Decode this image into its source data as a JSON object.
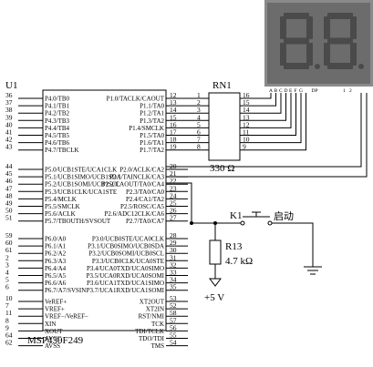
{
  "mcu": {
    "ref": "U1",
    "part": "MSP430F249",
    "left_pins": [
      {
        "num": "36",
        "name": "P4.0/TB0"
      },
      {
        "num": "37",
        "name": "P4.1/TB1"
      },
      {
        "num": "38",
        "name": "P4.2/TB2"
      },
      {
        "num": "39",
        "name": "P4.3/TB3"
      },
      {
        "num": "40",
        "name": "P4.4/TB4"
      },
      {
        "num": "41",
        "name": "P4.5/TB5"
      },
      {
        "num": "42",
        "name": "P4.6/TB6"
      },
      {
        "num": "43",
        "name": "P4.7/TBCLK"
      },
      {
        "num": "44",
        "name": "P5.0/UCB1STE/UCA1CLK"
      },
      {
        "num": "45",
        "name": "P5.1/UCB1SIMO/UCB1SDA"
      },
      {
        "num": "46",
        "name": "P5.2/UCB1SOMI/UCB1SCL"
      },
      {
        "num": "47",
        "name": "P5.3/UCB1CLK/UCA1STE"
      },
      {
        "num": "48",
        "name": "P5.4/MCLK"
      },
      {
        "num": "49",
        "name": "P5.5/SMCLK"
      },
      {
        "num": "50",
        "name": "P5.6/ACLK"
      },
      {
        "num": "51",
        "name": "P5.7/TBOUTH/SVSOUT"
      },
      {
        "num": "59",
        "name": "P6.0/A0"
      },
      {
        "num": "60",
        "name": "P6.1/A1"
      },
      {
        "num": "61",
        "name": "P6.2/A2"
      },
      {
        "num": "2",
        "name": "P6.3/A3"
      },
      {
        "num": "3",
        "name": "P6.4/A4"
      },
      {
        "num": "4",
        "name": "P6.5/A5"
      },
      {
        "num": "5",
        "name": "P6.6/A6"
      },
      {
        "num": "6",
        "name": "P6.7/A7/SVSIN"
      },
      {
        "num": "10",
        "name": "VeREF+"
      },
      {
        "num": "7",
        "name": "VREF+"
      },
      {
        "num": "11",
        "name": "VREF−/VeREF−"
      },
      {
        "num": "8",
        "name": "XIN"
      },
      {
        "num": "9",
        "name": "XOUT"
      },
      {
        "num": "64",
        "name": "AVCC"
      },
      {
        "num": "62",
        "name": "AVSS"
      }
    ],
    "right_pins": [
      {
        "num": "12",
        "name": "P1.0/TACLK/CAOUT"
      },
      {
        "num": "13",
        "name": "P1.1/TA0"
      },
      {
        "num": "14",
        "name": "P1.2/TA1"
      },
      {
        "num": "15",
        "name": "P1.3/TA2"
      },
      {
        "num": "16",
        "name": "P1.4/SMCLK"
      },
      {
        "num": "17",
        "name": "P1.5/TA0"
      },
      {
        "num": "18",
        "name": "P1.6/TA1"
      },
      {
        "num": "19",
        "name": "P1.7/TA2"
      },
      {
        "num": "20",
        "name": "P2.0/ACLK/CA2"
      },
      {
        "num": "21",
        "name": "P2.1/TAINCLK/CA3"
      },
      {
        "num": "22",
        "name": "P2.2/CAOUT/TA0/CA4"
      },
      {
        "num": "23",
        "name": "P2.3/TA0/CA0"
      },
      {
        "num": "24",
        "name": "P2.4/CA1/TA2"
      },
      {
        "num": "25",
        "name": "P2.5/ROSC/CA5"
      },
      {
        "num": "26",
        "name": "P2.6/ADC12CLK/CA6"
      },
      {
        "num": "27",
        "name": "P2.7/TA0/CA7"
      },
      {
        "num": "28",
        "name": "P3.0/UCB0STE/UCA0CLK"
      },
      {
        "num": "29",
        "name": "P3.1/UCB0SIMO/UCB0SDA"
      },
      {
        "num": "30",
        "name": "P3.2/UCB0SOMI/UCB0SCL"
      },
      {
        "num": "31",
        "name": "P3.3/UCB0CLK/UCA0STE"
      },
      {
        "num": "32",
        "name": "P3.4/UCA0TXD/UCA0SIMO"
      },
      {
        "num": "33",
        "name": "P3.5/UCA0RXD/UCA0SOMI"
      },
      {
        "num": "34",
        "name": "P3.6/UCA1TXD/UCA1SIMO"
      },
      {
        "num": "35",
        "name": "P3.7/UCA1RXD/UCA1SOMI"
      },
      {
        "num": "53",
        "name": "XT2OUT"
      },
      {
        "num": "52",
        "name": "XT2IN"
      },
      {
        "num": "58",
        "name": "RST/NMI"
      },
      {
        "num": "57",
        "name": "TCK"
      },
      {
        "num": "56",
        "name": "TDI/TCLK"
      },
      {
        "num": "55",
        "name": "TDO/TDI"
      },
      {
        "num": "54",
        "name": "TMS"
      }
    ]
  },
  "resistor_network": {
    "ref": "RN1",
    "value": "330 Ω",
    "left_pins": [
      "1",
      "2",
      "3",
      "4",
      "5",
      "6",
      "7",
      "8"
    ],
    "right_pins": [
      "16",
      "15",
      "14",
      "13",
      "12",
      "11",
      "10",
      "9"
    ]
  },
  "display": {
    "segment_labels": [
      "A",
      "B",
      "C",
      "D",
      "E",
      "F",
      "G",
      "DP"
    ],
    "common_labels": [
      "1",
      "2"
    ]
  },
  "switch": {
    "ref": "K1",
    "label": "启动"
  },
  "resistor": {
    "ref": "R13",
    "value": "4.7 kΩ"
  },
  "power": {
    "label": "+5 V"
  }
}
